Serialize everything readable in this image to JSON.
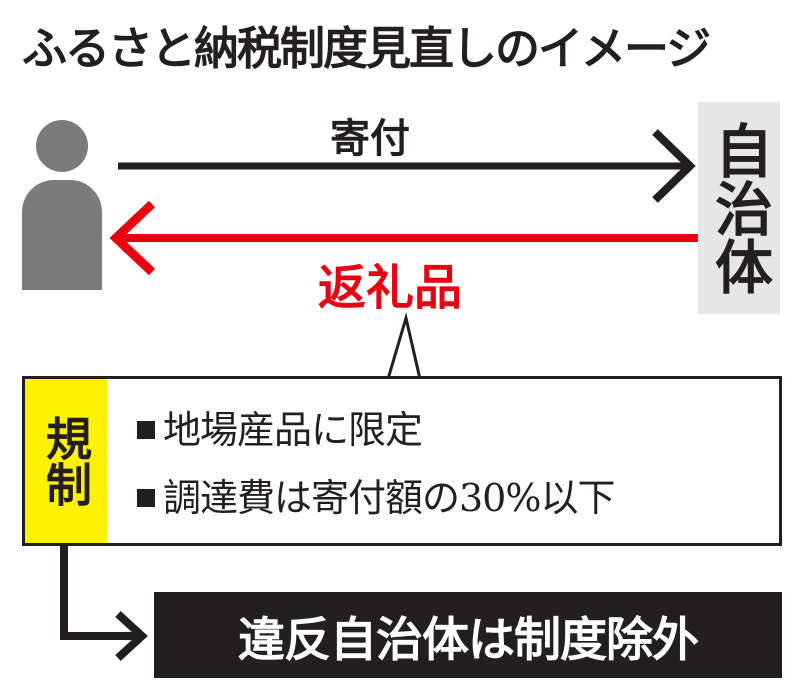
{
  "title": "ふるさと納税制度見直しのイメージ",
  "donor": {
    "icon": "person-icon"
  },
  "municipality": {
    "label": "自治体"
  },
  "arrows": {
    "donation_label": "寄付",
    "gift_label": "返礼品"
  },
  "colors": {
    "accent_red": "#e60012",
    "highlight_yellow": "#fff200",
    "dark": "#231f20",
    "gray": "#7b7b7b",
    "box_gray": "#e6e6e6"
  },
  "regulation": {
    "tag": "規制",
    "items": [
      "地場産品に限定",
      "調達費は寄付額の30%以下"
    ]
  },
  "result": {
    "label": "違反自治体は制度除外"
  }
}
